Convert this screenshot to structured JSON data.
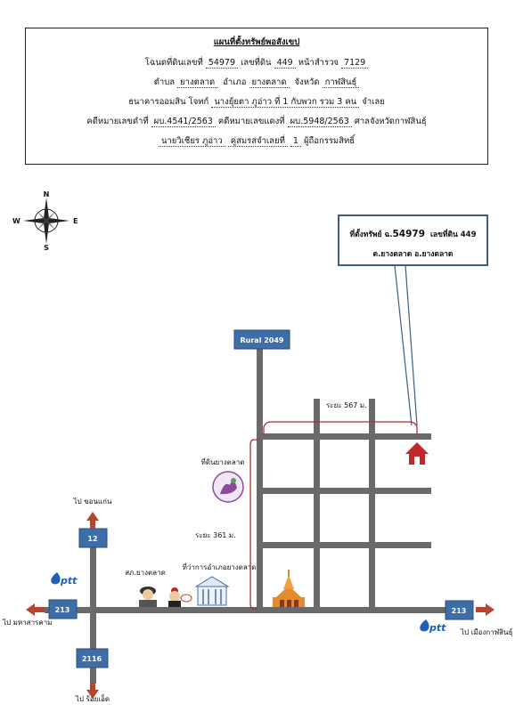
{
  "header": {
    "title": "แผนที่ตั้งทรัพย์พอสังเขป",
    "deed_prefix": "โฉนดที่ดินเลขที่",
    "deed_no": "54979",
    "land_prefix": "เลขที่ดิน",
    "land_no": "449",
    "survey_prefix": "หน้าสำรวจ",
    "survey_no": "7129",
    "subdistrict_label": "ตำบล",
    "subdistrict": "ยางตลาด",
    "district_label": "อำเภอ",
    "district": "ยางตลาด",
    "province_label": "จังหวัด",
    "province": "กาฬสินธุ์",
    "plaintiff_label": "ธนาคารออมสิน  โจทก์",
    "defendant": "นางยุ้ยตา ภูอ่าว ที่ 1 กับพวก รวม 3 คน",
    "defendant_suffix": "จำเลย",
    "case_black_label": "คดีหมายเลขดำที่",
    "case_black": "ผบ.4541/2563",
    "case_red_label": "คดีหมายเลขแดงที่",
    "case_red": "ผบ.5948/2563",
    "court": "ศาลจังหวัดกาฬสินธุ์",
    "owner": "นายวิเชียร ภูอ่าว",
    "owner_mid": "คู่สมรสจำเลยที่",
    "owner_no": "1",
    "owner_suffix": "ผู้ถือกรรมสิทธิ์"
  },
  "compass": {
    "n": "N",
    "s": "S",
    "e": "E",
    "w": "W"
  },
  "info_box": {
    "line1_label": "ที่ตั้งทรัพย์ ฉ.",
    "line1_deed": "54979",
    "line1_land": "เลขที่ดิน 449",
    "line2": "ต.ยางตลาด อ.ยางตลาด"
  },
  "signs": {
    "rural": "Rural 2049",
    "route_12": "12",
    "route_213_left": "213",
    "route_213_right": "213",
    "route_2116": "2116"
  },
  "labels": {
    "to_khonkaen": "ไป ขอนแก่น",
    "to_mahasarakham": "ไป มหาสารคาม",
    "to_roiet": "ไป ร้อยเอ็ด",
    "to_kalasin": "ไป เมืองกาฬสินธุ์",
    "dist_567": "ระยะ 567 ม.",
    "dist_361": "ระยะ 361 ม.",
    "yangtalat_land": "ที่ดินยางตลาด",
    "police": "สภ.ยางตลาด",
    "district_office": "ที่ว่าการอำเภอยางตลาด",
    "ptt_left": "ptt",
    "ptt_right": "ptt"
  },
  "colors": {
    "road": "#6a6a6a",
    "sign": "#3d6ea8",
    "arrow": "#b5452f",
    "bracket": "#a8323a",
    "house": "#c0272d",
    "info_border": "#3a5f8a"
  }
}
